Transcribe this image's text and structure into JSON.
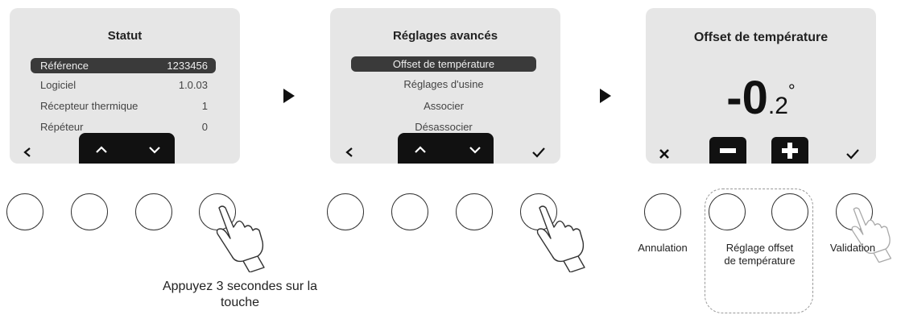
{
  "screen1": {
    "title": "Statut",
    "rows": [
      {
        "label": "Référence",
        "value": "1233456",
        "selected": true
      },
      {
        "label": "Logiciel",
        "value": "1.0.03",
        "selected": false
      },
      {
        "label": "Récepteur thermique",
        "value": "1",
        "selected": false
      },
      {
        "label": "Répéteur",
        "value": "0",
        "selected": false
      }
    ]
  },
  "screen2": {
    "title": "Réglages avancés",
    "items": [
      "Offset de température",
      "Réglages d'usine",
      "Associer",
      "Désassocier"
    ],
    "selected_index": 0
  },
  "screen3": {
    "title": "Offset de température",
    "value_integer": "-0",
    "value_decimal": ".2",
    "value_unit": "°"
  },
  "captions": {
    "cancel": "Annulation",
    "adjust": "Réglage offset de température",
    "validate": "Validation",
    "instruction": "Appuyez 3 secondes sur la touche"
  },
  "icons": {
    "back": "chevron-left-icon",
    "up": "chevron-up-icon",
    "down": "chevron-down-icon",
    "check": "check-icon",
    "close": "close-icon",
    "minus": "minus-icon",
    "plus": "plus-icon",
    "press": "pressing-hand-icon"
  }
}
